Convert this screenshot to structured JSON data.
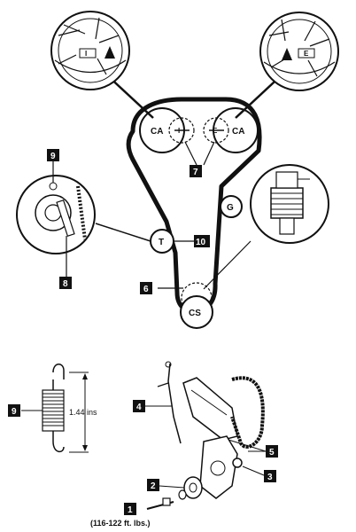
{
  "colors": {
    "ink": "#111111",
    "paper": "#ffffff",
    "callout_bg": "#111111",
    "callout_text": "#ffffff"
  },
  "diagram": {
    "pulleys": {
      "camshaft_left": "CA",
      "camshaft_right": "CA",
      "tensioner": "T",
      "idler": "G",
      "crankshaft": "CS"
    },
    "cam_marks": {
      "left_mark": "I",
      "right_mark": "E"
    },
    "callouts": {
      "c1": "1",
      "c2": "2",
      "c3": "3",
      "c4": "4",
      "c5": "5",
      "c6": "6",
      "c7": "7",
      "c8": "8",
      "c9_top": "9",
      "c9_bottom": "9",
      "c10": "10"
    },
    "spring_length": "1.44 ins",
    "torque_spec": "(116-122 ft. lbs.)"
  }
}
